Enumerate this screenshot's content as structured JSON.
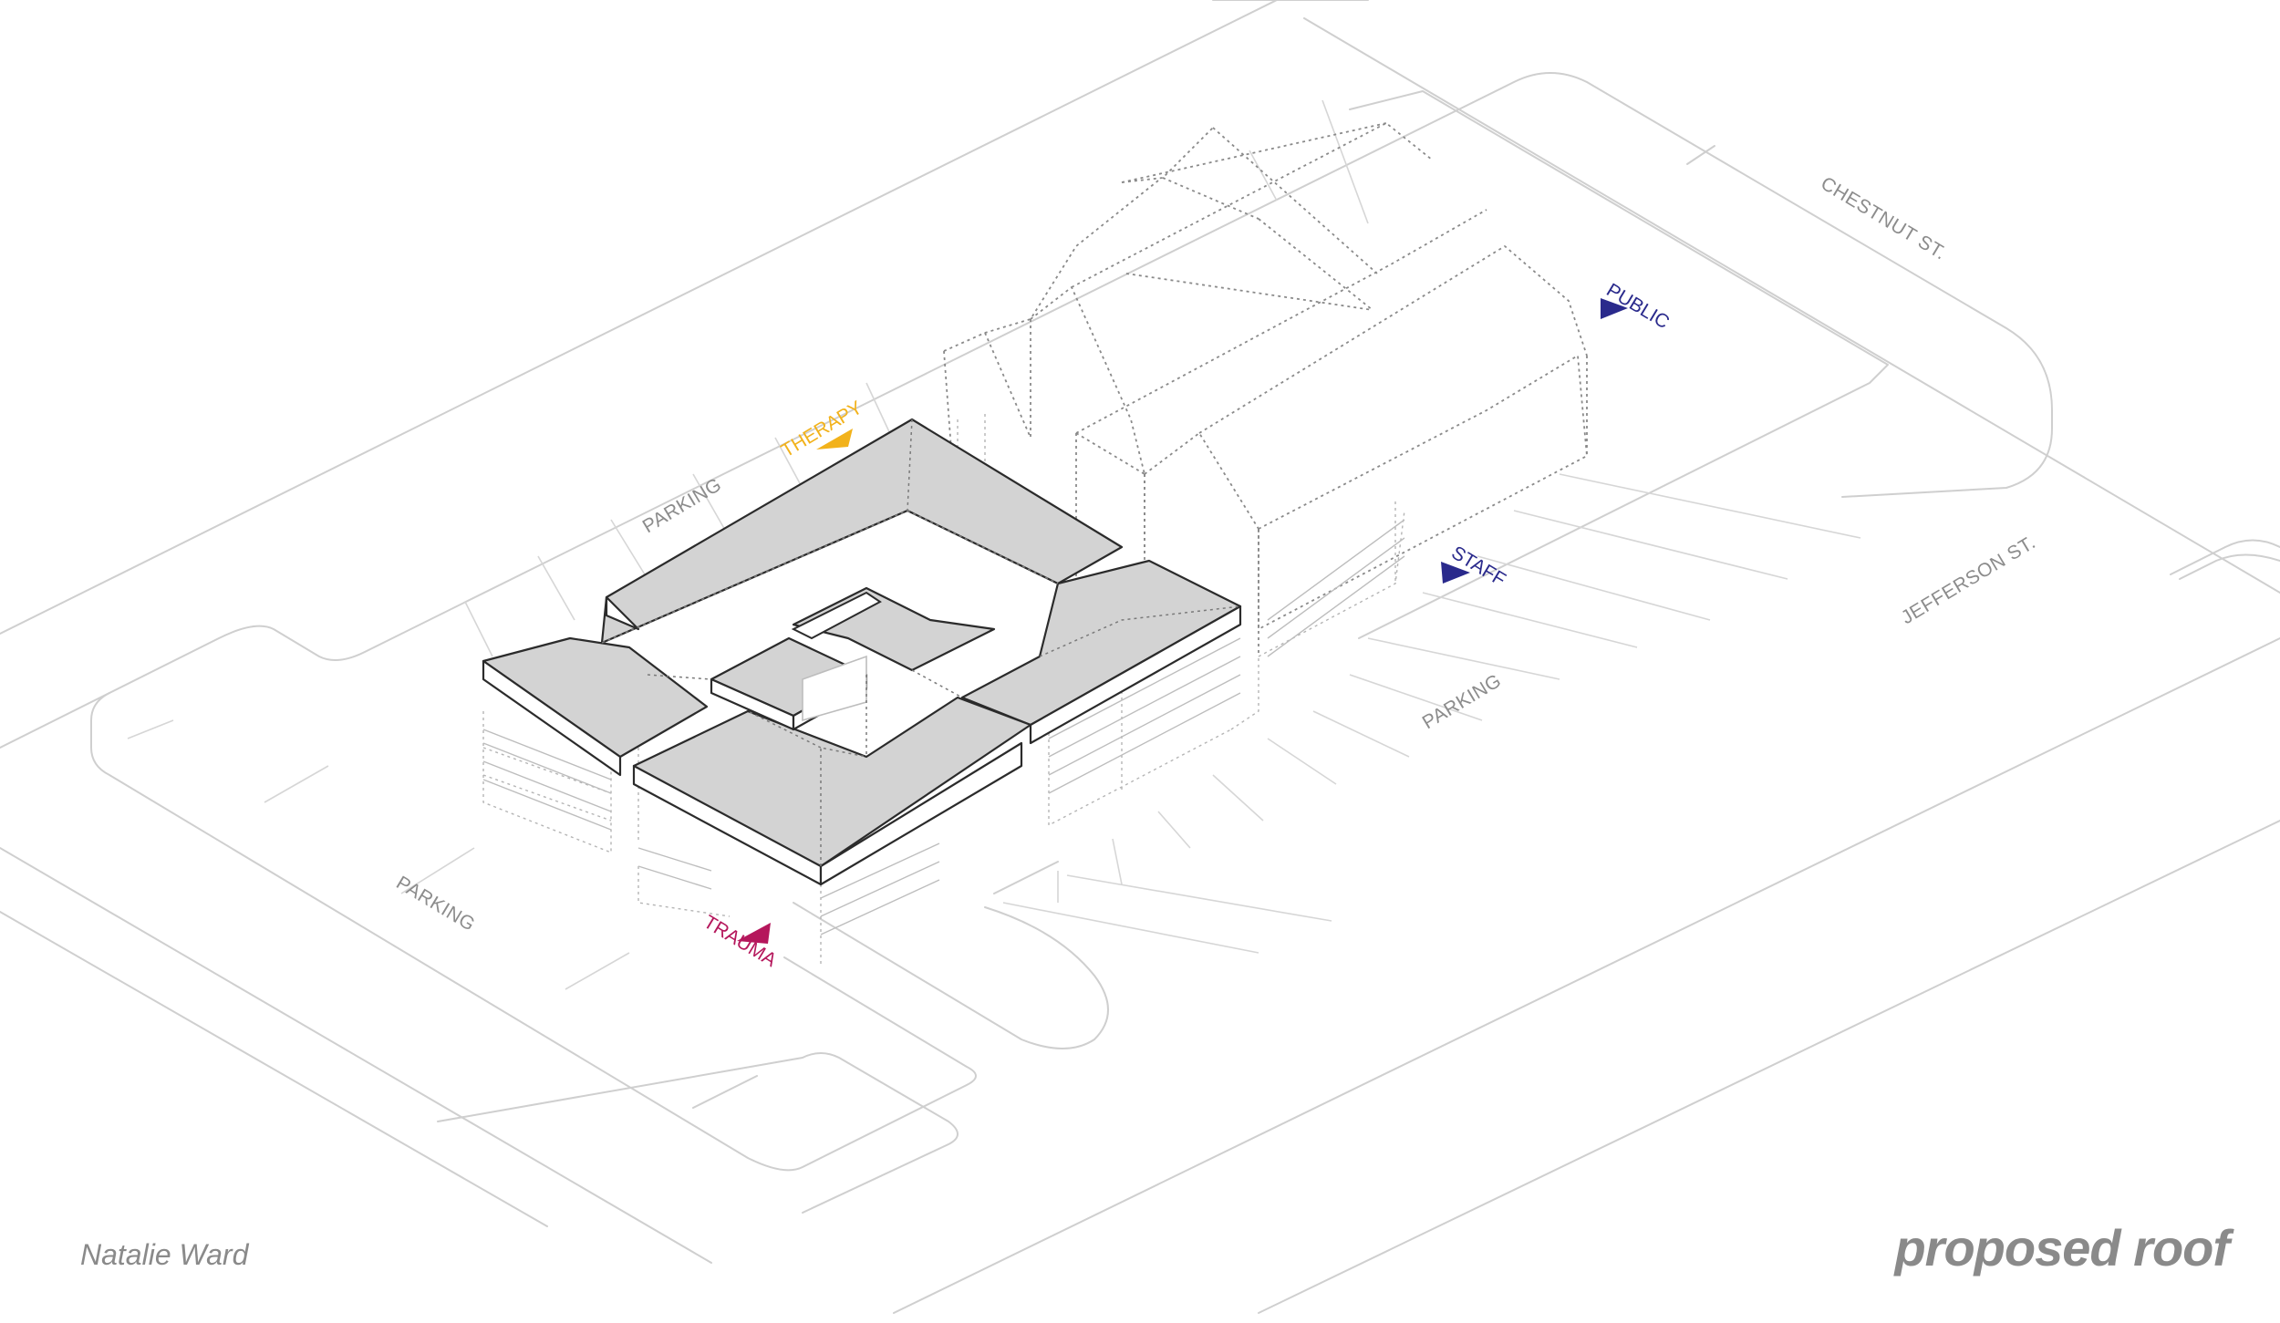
{
  "labels": {
    "chestnut_st": "CHESTNUT ST.",
    "jefferson_st": "JEFFERSON ST.",
    "parking_north": "PARKING",
    "parking_east": "PARKING",
    "parking_west": "PARKING",
    "therapy": "THERAPY",
    "trauma": "TRAUMA",
    "public": "PUBLIC",
    "staff": "STAFF"
  },
  "colors": {
    "therapy": "#f2b21b",
    "trauma": "#b5175c",
    "entry_blue": "#2a2a8c",
    "roof_fill": "#d3d3d3",
    "linework": "#cfcfcf",
    "caption": "#8a8a8a"
  },
  "footer": {
    "author": "Natalie Ward",
    "title": "proposed roof"
  }
}
